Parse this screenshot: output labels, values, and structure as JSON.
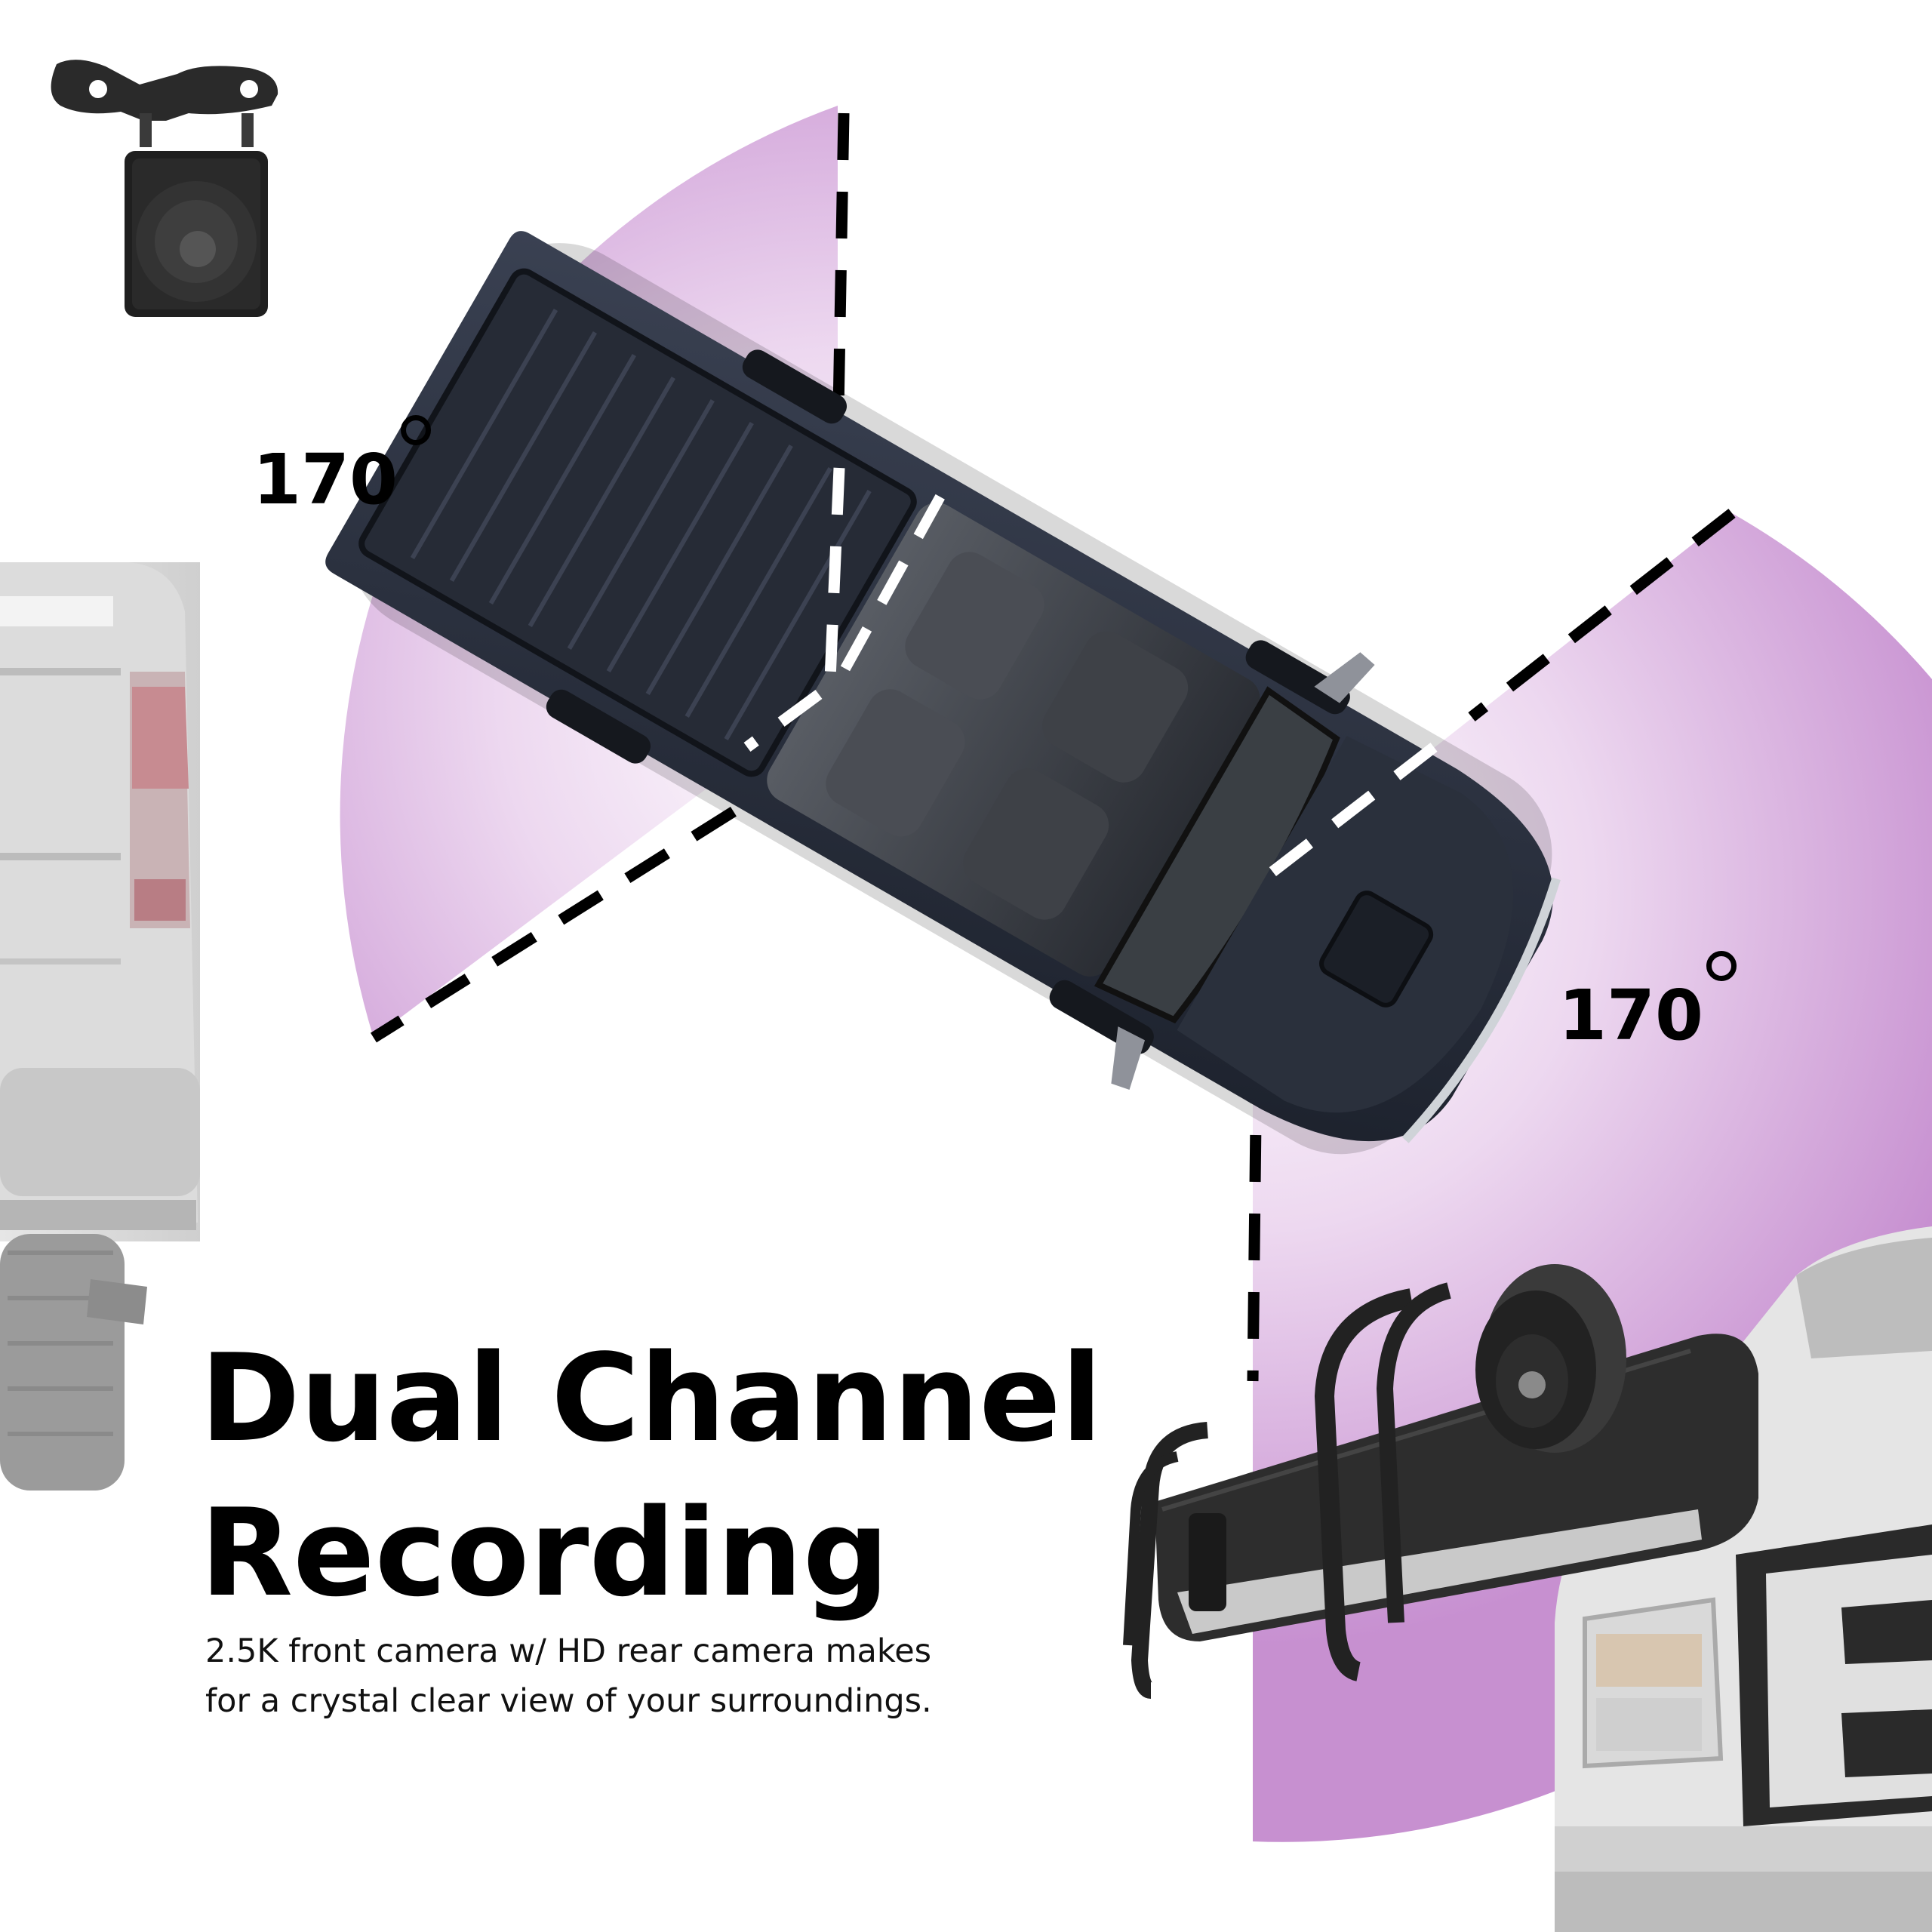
{
  "rear_camera": {
    "fov_label": "170",
    "degree_icon": "degree-circle-icon"
  },
  "front_camera": {
    "fov_label": "170",
    "degree_icon": "degree-circle-icon"
  },
  "headline": {
    "line1": "Dual Channel",
    "line2": "Recording"
  },
  "description": {
    "line1": "2.5K front camera w/ HD rear camera makes",
    "line2": "for a crystal clear view of your surroundings."
  },
  "colors": {
    "fov_fill": "#c98cd0",
    "dash": "#000000",
    "truck_body": "#2b3140"
  }
}
